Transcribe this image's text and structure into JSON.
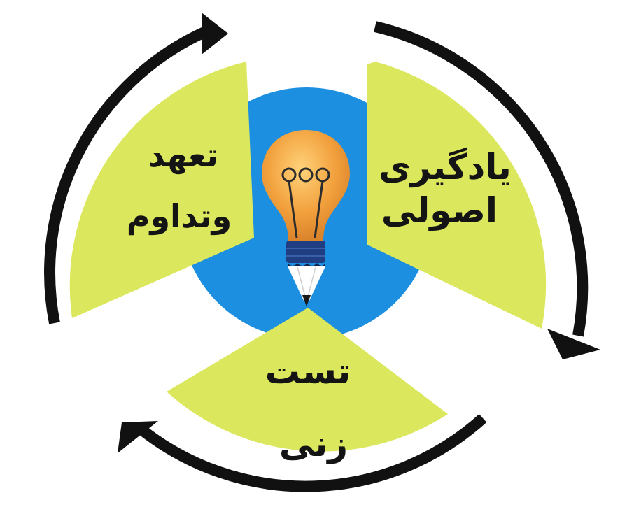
{
  "diagram": {
    "segments": [
      {
        "id": "learning",
        "line1": "یادگیری",
        "line2": "اصولی"
      },
      {
        "id": "commitment",
        "line1": "تعهد",
        "line2": "وتداوم"
      },
      {
        "id": "testing",
        "line1": "تست",
        "line2": "زنی"
      }
    ],
    "center_icon": "lightbulb-pencil-icon",
    "colors": {
      "segment_fill": "#dbe75c",
      "center_circle": "#1c8fe0",
      "arrow": "#111111",
      "bulb": "#f2a03d",
      "bulb_base": "#1f3f82",
      "text": "#141414"
    }
  }
}
